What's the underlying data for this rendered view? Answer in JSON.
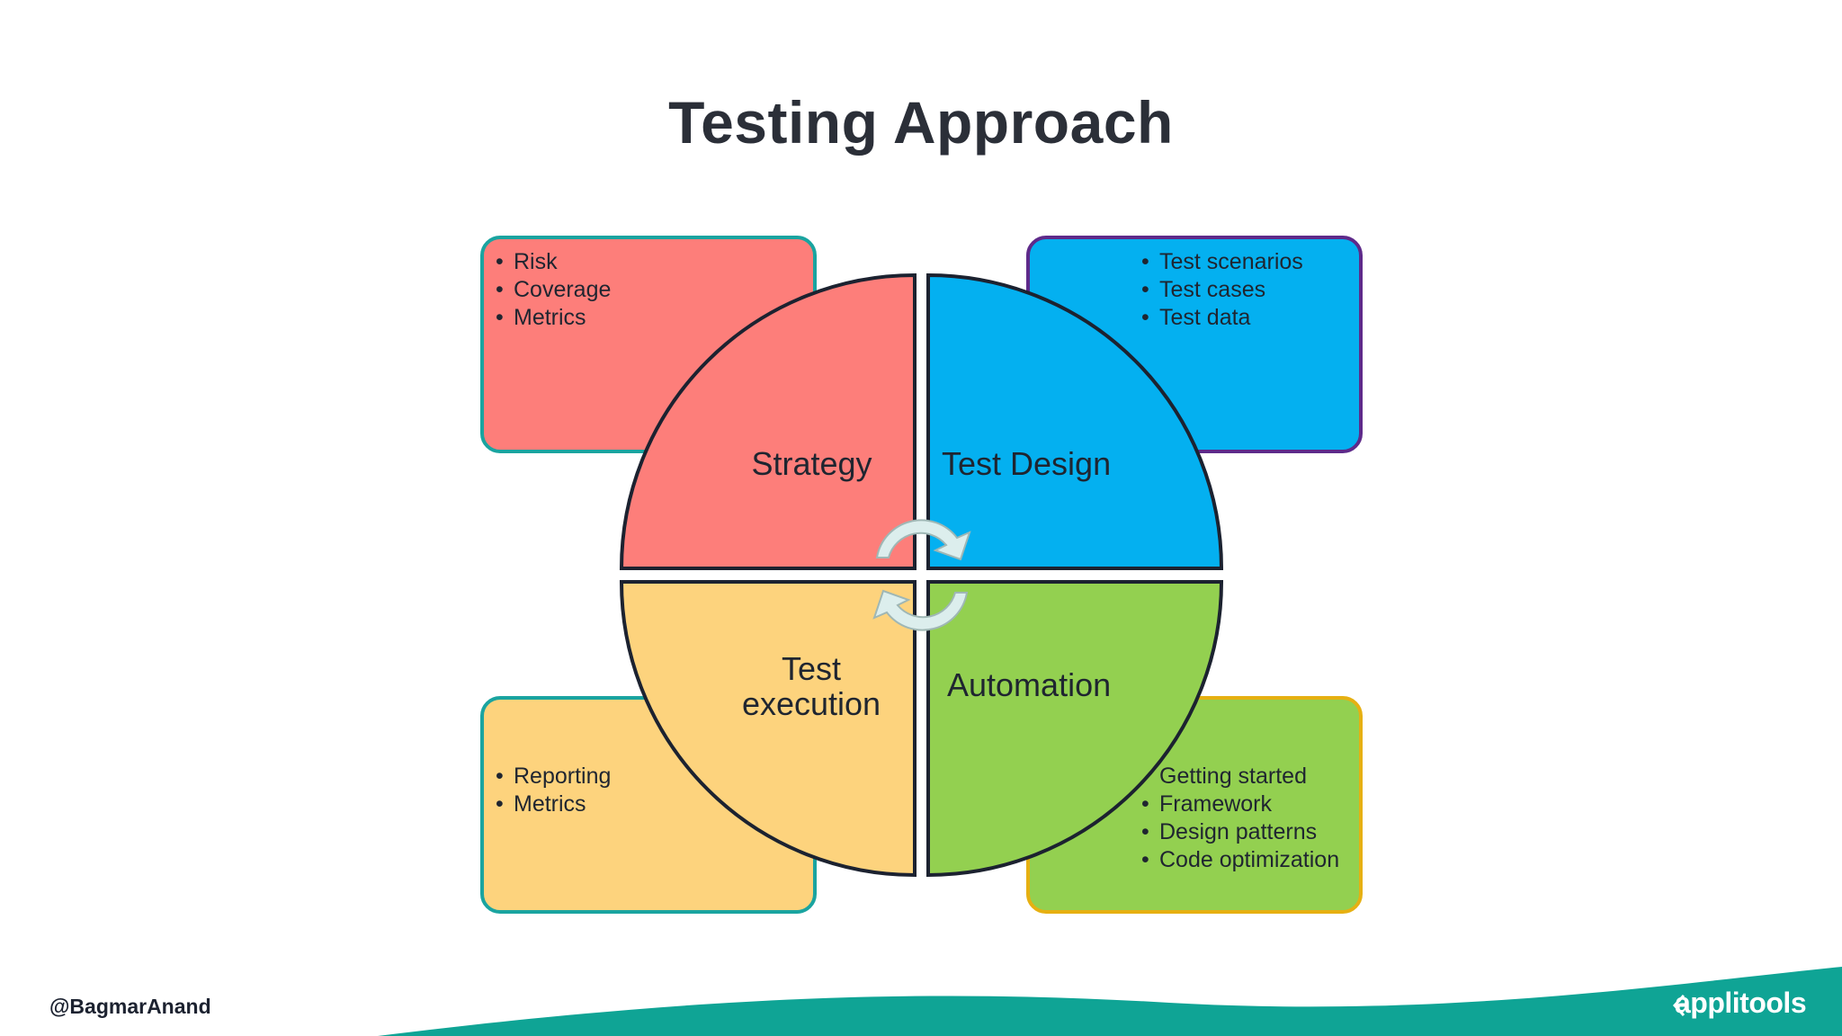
{
  "slide": {
    "title": "Testing Approach",
    "handle": "@BagmarAnand",
    "brand": "applitools"
  },
  "quadrants": {
    "strategy": {
      "label": "Strategy",
      "color": "#fd7e7a",
      "items": [
        "Risk",
        "Coverage",
        "Metrics"
      ]
    },
    "design": {
      "label": "Test Design",
      "color": "#04b0f0",
      "items": [
        "Test scenarios",
        "Test cases",
        "Test data"
      ]
    },
    "execution": {
      "label_line1": "Test",
      "label_line2": "execution",
      "color": "#fdd37d",
      "items": [
        "Reporting",
        "Metrics"
      ]
    },
    "automation": {
      "label": "Automation",
      "color": "#93d050",
      "items": [
        "Getting started",
        "Framework",
        "Design patterns",
        "Code optimization"
      ]
    }
  },
  "colors": {
    "wave": "#0fa495",
    "outline": "#1c2230",
    "cycle_arrow": "#dceeed"
  }
}
